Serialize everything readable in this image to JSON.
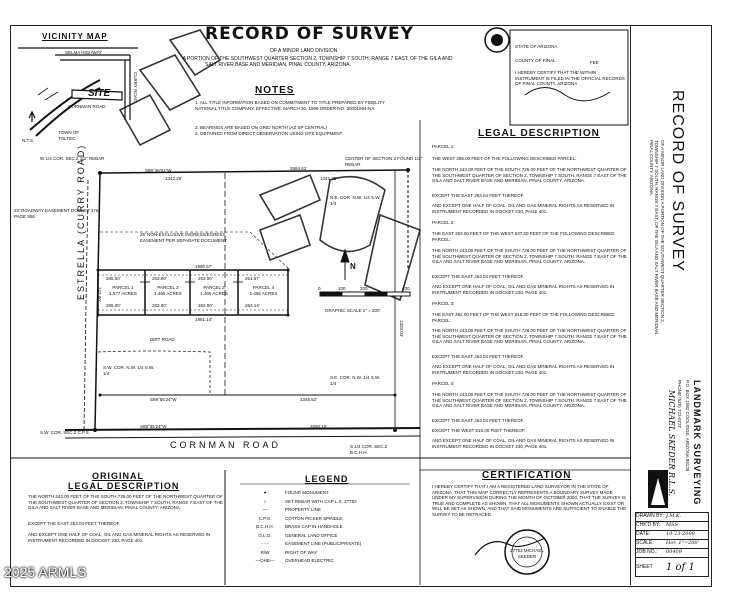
{
  "title": {
    "main": "RECORD OF SURVEY",
    "sub1": "OF A MINOR LAND DIVISION",
    "sub2": "A PORTION OF THE SOUTHWEST QUARTER SECTION 2, TOWNSHIP 7 SOUTH, RANGE 7 EAST, OF THE GILA AND",
    "sub3": "SALT RIVER BASE AND MERIDIAN, PINAL COUNTY, ARIZONA."
  },
  "vicinity": {
    "heading": "VICINITY MAP",
    "site": "SITE",
    "road1": "SELMA HIGHWAY",
    "road2": "CORNMAN ROAD",
    "road3": "CURRY ROAD",
    "nts": "N.T.S.",
    "town": "TOWN OF TOLTEC"
  },
  "notes": {
    "heading": "NOTES",
    "items": [
      "1. ALL TITLE INFORMATION BASED ON COMMITMENT TO TITLE PREPARED BY FIDELITY NATIONAL TITLE COMPANY. EFFECTIVE: MARCH 30, 1999 ORDER NO. 30001694-NA",
      "2. BEARINGS ARE BASED ON GRID NORTH (AZ SP CENTRAL)",
      "3. OBTAINED FROM DIRECT OBSERVATION USING GPS EQUIPMENT"
    ]
  },
  "legal": {
    "heading": "LEGAL DESCRIPTION",
    "paragraphs": [
      "PARCEL 1:",
      "THE WEST 285.00 FEET OF THE FOLLOWING DESCRIBED PARCEL:",
      "THE NORTH 243.00 FEET OF THE SOUTH 726.00 FEET OF THE NORTHWEST QUARTER OF THE SOUTHWEST QUARTER OF SECTION 2, TOWNSHIP 7 SOUTH, RANGE 7 EAST OF THE GILA AND SALT RIVER BASE AND MERIDIAN, PINAL COUNTY, ARIZONA.",
      "EXCEPT THE EAST 263.04 FEET THEREOF.",
      "AND EXCEPT ONE HALF OF COAL, OIL AND GAS MINERAL RIGHTS AS RESERVED IN INSTRUMENT RECORDED IN DOCKET 230, PAGE 401.",
      "PARCEL 2:",
      "THE EAST 263.00 FEET OF THE WEST 537.00 FEET OF THE FOLLOWING DESCRIBED PARCEL:",
      "THE NORTH 243.00 FEET OF THE SOUTH 726.00 FEET OF THE NORTHWEST QUARTER OF THE SOUTHWEST QUARTER OF SECTION 2, TOWNSHIP 7 SOUTH, RANGE 7 EAST OF THE GILA AND SALT RIVER BASE AND MERIDIAN, PINAL COUNTY, ARIZONA.",
      "EXCEPT THE EAST 263.04 FEET THEREOF.",
      "AND EXCEPT ONE HALF OF COAL, OIL AND GAS MINERAL RIGHTS AS RESERVED IN INSTRUMENT RECORDED IN DOCKET 230, PAGE 401.",
      "PARCEL 3:",
      "THE EAST 262.00 FEET OF THE WEST 815.00 FEET OF THE FOLLOWING DESCRIBED PARCEL:",
      "THE NORTH 243.00 FEET OF THE SOUTH 726.00 FEET OF THE NORTHWEST QUARTER OF THE SOUTHWEST QUARTER OF SECTION 2, TOWNSHIP 7 SOUTH, RANGE 7 EAST OF THE GILA AND SALT RIVER BASE AND MERIDIAN, PINAL COUNTY, ARIZONA.",
      "EXCEPT THE EAST 263.04 FEET THEREOF.",
      "AND EXCEPT ONE HALF OF COAL, OIL AND GAS MINERAL RIGHTS AS RESERVED IN INSTRUMENT RECORDED IN DOCKET 230, PAGE 401.",
      "PARCEL 4:",
      "THE NORTH 243.00 FEET OF THE SOUTH 726.00 FEET OF THE NORTHWEST QUARTER OF THE SOUTHWEST QUARTER OF SECTION 2, TOWNSHIP 7 SOUTH, RANGE 7 EAST OF THE GILA AND SALT RIVER BASE AND MERIDIAN, PINAL COUNTY, ARIZONA.",
      "EXCEPT THE EAST 263.04 FEET THEREOF.",
      "EXCEPT THE WEST 815.00 FEET THEREOF.",
      "AND EXCEPT ONE HALF OF COAL, OIL AND GAS MINERAL RIGHTS AS RESERVED IN INSTRUMENT RECORDED IN DOCKET 230, PAGE 401."
    ]
  },
  "certification": {
    "heading": "CERTIFICATION",
    "text": "I HEREBY CERTIFY THAT I AM A REGISTERED LAND SURVEYOR IN THE STATE OF ARIZONA, THAT THIS MAP CORRECTLY REPRESENTS A BOUNDARY SURVEY MADE UNDER MY SUPERVISION DURING THE MONTH OF OCTOBER 2000, THAT THE SURVEY IS TRUE AND COMPLETE AS SHOWN, THAT ALL MONUMENTS SHOWN ACTUALLY EXIST OR WILL BE SET AS SHOWN, AND THAT SAID MONUMENTS ARE SUFFICIENT TO ENABLE THE SURVEY TO BE RETRACED."
  },
  "original_legal": {
    "heading1": "ORIGINAL",
    "heading2": "LEGAL DESCRIPTION",
    "paragraphs": [
      "THE NORTH 243.00 FEET OF THE SOUTH 726.00 FEET OF THE NORTHWEST QUARTER OF THE SOUTHWEST QUARTER OF SECTION 2, TOWNSHIP 7 SOUTH, RANGE 7 EAST OF THE GILA AND SALT RIVER BASE AND MERIDIAN, PINAL COUNTY, ARIZONA.",
      "EXCEPT THE EAST 263.04 FEET THEREOF.",
      "AND EXCEPT ONE HALF OF COAL, OIL AND GAS MINERAL RIGHTS AS RESERVED IN INSTRUMENT RECORDED IN DOCKET 230, PAGE 401."
    ]
  },
  "legend": {
    "heading": "LEGEND",
    "items": [
      {
        "symbol": "●",
        "text": "FOUND MONUMENT"
      },
      {
        "symbol": "○",
        "text": "SET REBAR WITH CAP L.S. 27753"
      },
      {
        "symbol": "—",
        "text": "PROPERTY LINE"
      },
      {
        "symbol": "C.P.S.",
        "text": "COTTON PICKER SPINDLE"
      },
      {
        "symbol": "B.C.H.H.",
        "text": "BRASS CAP IN HANDHOLE"
      },
      {
        "symbol": "G.L.O.",
        "text": "GENERAL LAND OFFICE"
      },
      {
        "symbol": "- - -",
        "text": "EASEMENT LINE (PUBLIC/PRIVATE)"
      },
      {
        "symbol": "R/W",
        "text": "RIGHT OF WAY"
      },
      {
        "symbol": "—OHE—",
        "text": "OVERHEAD ELECTRIC"
      }
    ]
  },
  "plat": {
    "road_left": "ESTRELLA (CURRY ROAD)",
    "road_bottom": "CORNMAN ROAD",
    "easement1": "33' ROADWAY EASEMENT DOCKET 375, PAGE 856",
    "easement2": "25' NON-EXCLUSIVE INGRESS/EGRESS EASEMENT PER SEPARATE DOCUMENT",
    "dirt_road": "DIRT ROAD",
    "graphic_scale": "GRAPHIC SCALE 1\" = 200'",
    "scale_ticks": [
      "0",
      "100",
      "200",
      "400"
    ],
    "north": "N",
    "corner_nw": "W 1/4 COR. SEC.2 1/2\" REBAR",
    "corner_center": "CENTER OF SECTION 2 FOUND 1/2\" REBAR",
    "corner_sw": "S.W. COR. SEC.2 C.P.S.",
    "corner_s": "S 1/4 COR. SEC.2 B.C.H.H.",
    "nw_cor_label": "N.E. COR. N.W. 1/4 S.W. 1/4",
    "se_cor_label": "S.E. COR. N.W. 1/4 S.W. 1/4",
    "sw_cor_label": "S.W. COR. N.W. 1/4 S.W. 1/4",
    "top_bearing": "S89°36'01\"W",
    "top_dist1": "1342.25'",
    "top_dist2": "2684.61'",
    "top_dist3": "1342.25'",
    "bottom_bearing": "S89°55'24\"W",
    "bottom_dist": "1345.52'",
    "road_bearing": "S89°35'24\"W",
    "road_dist": "2690.10'",
    "parcels": [
      {
        "name": "PARCEL 1",
        "area": "1.577 ACRES",
        "top": "285.00'",
        "bottom": "285.00'"
      },
      {
        "name": "PARCEL 2",
        "area": "1.466 ACRES",
        "top": "263.00'",
        "bottom": "263.00'"
      },
      {
        "name": "PARCEL 3",
        "area": "1.466 ACRES",
        "top": "262.00'",
        "bottom": "262.00'"
      },
      {
        "name": "PARCEL 4",
        "area": "1.466 ACRES",
        "top": "261.57'",
        "bottom": "262.14'"
      }
    ],
    "side_dist": "243.00'",
    "parcel_line_dist": "1980.57'",
    "parcel_bottom_dist": "1981.14'",
    "right_dist": "1320.04'"
  },
  "recorder": {
    "state": "STATE OF ARIZONA",
    "county": "COUNTY OF PINAL",
    "fee": "FEE",
    "certify": "I HEREBY CERTIFY THAT THE WITHIN INSTRUMENT IS FILED IN THE OFFICIAL RECORDS OF PINAL COUNTY, ARIZONA"
  },
  "titleblock": {
    "vtitle": "RECORD OF SURVEY",
    "vsub": "OF A MINOR LAND DIVISION A PORTION OF THE SOUTHWEST QUARTER SECTION 2, TOWNSHIP 7 SOUTH, RANGE 7 EAST, OF THE GILA AND SALT RIVER BASE AND MERIDIAN, PINAL COUNTY, ARIZONA.",
    "company": "LANDMARK SURVEYING",
    "address": "P.O. BOX 1082 COOLIDGE, ARIZONA 85128",
    "phone": "PHONE (520) 723-0727",
    "surveyor": "MICHAEL SKEDER R.L.S.",
    "rows": [
      {
        "label": "DRAWN BY:",
        "value": "J.M.K."
      },
      {
        "label": "CHK'D BY:",
        "value": "MSS"
      },
      {
        "label": "DATE:",
        "value": "10-23-2000"
      },
      {
        "label": "SCALE:",
        "value": "Hor. 1\"=200'"
      },
      {
        "label": "JOB NO.:",
        "value": "00409"
      }
    ],
    "sheet": "1 of 1",
    "sheet_label": "SHEET"
  },
  "seal": "27753 MICHAEL SKEDER",
  "watermark": "2025 ARMLS"
}
